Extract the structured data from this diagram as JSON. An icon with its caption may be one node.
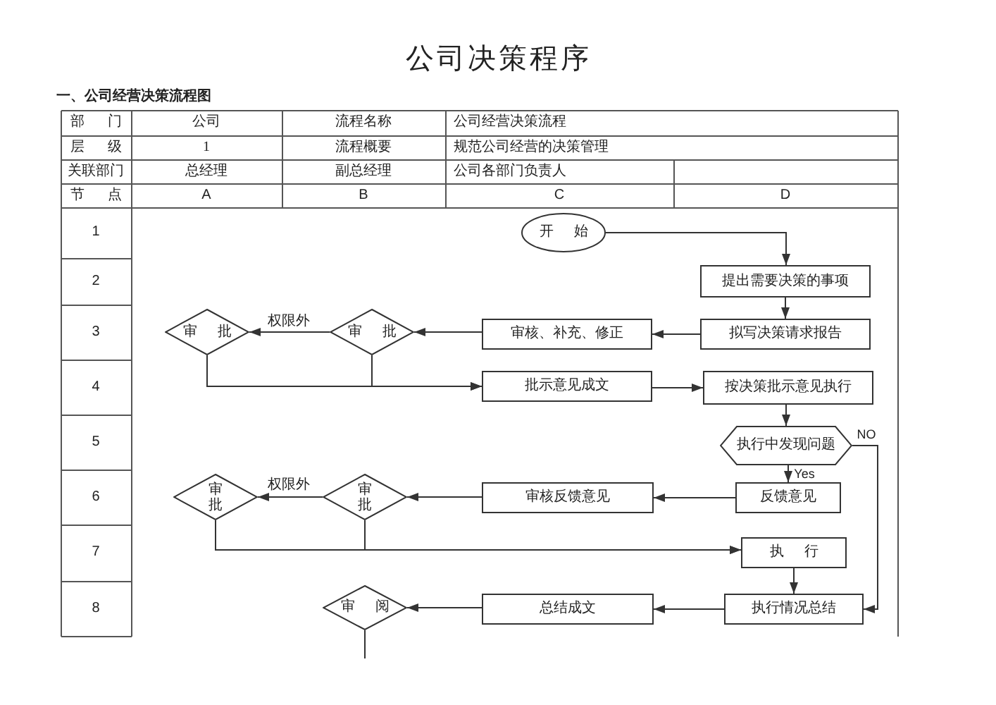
{
  "diagram": {
    "title": "公司决策程序",
    "nodes": [
      {
        "text": [
          "开 始"
        ]
      },
      {
        "text": [
          "提出需要决策的事项"
        ]
      },
      {
        "text": [
          "审 批"
        ]
      },
      {
        "text": [
          "审 批"
        ]
      },
      {
        "text": [
          "审核、补充、修正"
        ]
      },
      {
        "text": [
          "拟写决策请求报告"
        ]
      },
      {
        "text": [
          "批示意见成文"
        ]
      },
      {
        "text": [
          "按决策批示意见执行"
        ]
      },
      {
        "text": [
          "执行中发现问题"
        ]
      },
      {
        "text": [
          "审批"
        ]
      },
      {
        "text": [
          "审批"
        ]
      },
      {
        "text": [
          "审核反馈意见"
        ]
      },
      {
        "text": [
          "反馈意见"
        ]
      },
      {
        "text": [
          "执 行"
        ]
      },
      {
        "text": [
          "审 阅"
        ]
      },
      {
        "text": [
          "总结成文"
        ]
      },
      {
        "text": [
          "执行情况总结"
        ]
      }
    ],
    "edges": [
      {
        "from": 0,
        "to": 1,
        "arrow": "to"
      },
      {
        "from": 1,
        "to": 5,
        "arrow": "to"
      },
      {
        "from": 5,
        "to": 4,
        "arrow": "to"
      },
      {
        "from": 4,
        "to": 3,
        "arrow": "to"
      },
      {
        "from": 3,
        "to": 2,
        "arrow": "to",
        "label": "权限外"
      },
      {
        "from": 2,
        "to": 6,
        "arrow": "to"
      },
      {
        "from": 3,
        "to": 6,
        "arrow": "to"
      },
      {
        "from": 6,
        "to": 7,
        "arrow": "to"
      },
      {
        "from": 7,
        "to": 8,
        "arrow": "to"
      },
      {
        "from": 8,
        "to": 12,
        "arrow": "to",
        "label": "Yes"
      },
      {
        "from": 8,
        "to": 16,
        "arrow": "to",
        "label": "NO"
      },
      {
        "from": 12,
        "to": 11,
        "arrow": "to"
      },
      {
        "from": 11,
        "to": 10,
        "arrow": "to"
      },
      {
        "from": 10,
        "to": 9,
        "arrow": "to",
        "label": "权限外"
      },
      {
        "from": 9,
        "to": 13,
        "arrow": "to"
      },
      {
        "from": 10,
        "to": 13,
        "arrow": "to"
      },
      {
        "from": 13,
        "to": 16,
        "arrow": "to"
      },
      {
        "from": 16,
        "to": 15,
        "arrow": "to"
      },
      {
        "from": 15,
        "to": 14,
        "arrow": "to"
      },
      {
        "from": 14,
        "to": null,
        "arrow": "none"
      }
    ],
    "labels": [
      "一、公司经营决策流程图",
      "部 门",
      "公司",
      "流程名称",
      "公司经营决策流程",
      "层 级",
      "1",
      "流程概要",
      "规范公司经营的决策管理",
      "关联部门",
      "总经理",
      "副总经理",
      "公司各部门负责人",
      "节 点",
      "A",
      "B",
      "C",
      "D",
      "1",
      "2",
      "3",
      "4",
      "5",
      "6",
      "7",
      "8"
    ]
  }
}
